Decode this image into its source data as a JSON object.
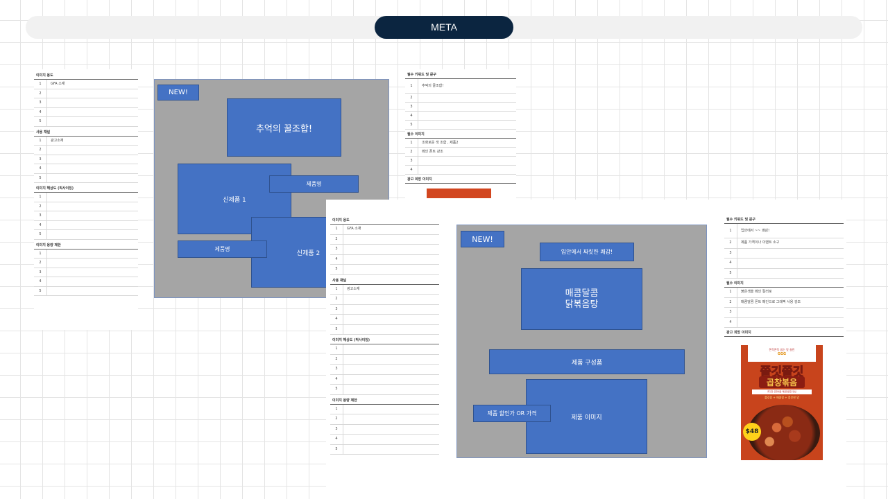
{
  "header": {
    "title": "META"
  },
  "left_spec": {
    "sections": [
      {
        "title": "이미지 용도",
        "rows": [
          {
            "n": "1",
            "t": "GFA 소재"
          },
          {
            "n": "2",
            "t": ""
          },
          {
            "n": "3",
            "t": ""
          },
          {
            "n": "4",
            "t": ""
          },
          {
            "n": "5",
            "t": ""
          }
        ]
      },
      {
        "title": "사용 채널",
        "rows": [
          {
            "n": "1",
            "t": "광고소재"
          },
          {
            "n": "2",
            "t": ""
          },
          {
            "n": "3",
            "t": ""
          },
          {
            "n": "4",
            "t": ""
          },
          {
            "n": "5",
            "t": ""
          }
        ]
      },
      {
        "title": "이미지 해상도 (픽사이징)",
        "rows": [
          {
            "n": "1",
            "t": ""
          },
          {
            "n": "2",
            "t": ""
          },
          {
            "n": "3",
            "t": ""
          },
          {
            "n": "4",
            "t": ""
          },
          {
            "n": "5",
            "t": ""
          }
        ]
      },
      {
        "title": "이미지 용량 제한",
        "rows": [
          {
            "n": "1",
            "t": ""
          },
          {
            "n": "2",
            "t": ""
          },
          {
            "n": "3",
            "t": ""
          },
          {
            "n": "4",
            "t": ""
          },
          {
            "n": "5",
            "t": ""
          }
        ]
      }
    ]
  },
  "canvas1": {
    "new_badge": "NEW!",
    "headline": "추억의 꿀조합!",
    "product_name_a": "제품명",
    "new_product_1": "신제품 1",
    "product_name_b": "제품명",
    "new_product_2": "신제품 2"
  },
  "right_spec_1": {
    "s1_title": "필수 키워드 및 문구",
    "s1_rows": [
      {
        "n": "1",
        "t": "추억의 꿀조합!"
      },
      {
        "n": "2",
        "t": ""
      },
      {
        "n": "3",
        "t": ""
      },
      {
        "n": "4",
        "t": ""
      },
      {
        "n": "5",
        "t": ""
      }
    ],
    "s2_title": "필수 이미지",
    "s2_rows": [
      {
        "n": "1",
        "t": "조화로운 색 조합 , 제품2"
      },
      {
        "n": "2",
        "t": "메인 폰트 강조"
      },
      {
        "n": "3",
        "t": ""
      },
      {
        "n": "4",
        "t": ""
      }
    ],
    "s3_title": "광고 희망 이미지"
  },
  "left_spec_2": {
    "sections": [
      {
        "title": "이미지 용도",
        "rows": [
          {
            "n": "1",
            "t": "GFA 소재"
          },
          {
            "n": "2",
            "t": ""
          },
          {
            "n": "3",
            "t": ""
          },
          {
            "n": "4",
            "t": ""
          },
          {
            "n": "5",
            "t": ""
          }
        ]
      },
      {
        "title": "사용 채널",
        "rows": [
          {
            "n": "1",
            "t": "광고소재"
          },
          {
            "n": "2",
            "t": ""
          },
          {
            "n": "3",
            "t": ""
          },
          {
            "n": "4",
            "t": ""
          },
          {
            "n": "5",
            "t": ""
          }
        ]
      },
      {
        "title": "이미지 해상도 (픽사이징)",
        "rows": [
          {
            "n": "1",
            "t": ""
          },
          {
            "n": "2",
            "t": ""
          },
          {
            "n": "3",
            "t": ""
          },
          {
            "n": "4",
            "t": ""
          },
          {
            "n": "5",
            "t": ""
          }
        ]
      },
      {
        "title": "이미지 용량 제한",
        "rows": [
          {
            "n": "1",
            "t": ""
          },
          {
            "n": "2",
            "t": ""
          },
          {
            "n": "3",
            "t": ""
          },
          {
            "n": "4",
            "t": ""
          },
          {
            "n": "5",
            "t": ""
          }
        ]
      }
    ]
  },
  "canvas2": {
    "new_badge": "NEW!",
    "tagline": "입안에서 짜릿한 쾌감!",
    "headline_1": "매콤달콤",
    "headline_2": "닭볶음탕",
    "composition": "제품 구성품",
    "price": "제품 할인가 OR 가격",
    "product_image": "제품 이미지"
  },
  "right_spec_2": {
    "s1_title": "필수 키워드 및 문구",
    "s1_rows": [
      {
        "n": "1",
        "t": "입안에서 ~~ 쾌감!"
      },
      {
        "n": "2",
        "t": "제품 가격이나 이벤트 소구"
      },
      {
        "n": "3",
        "t": ""
      },
      {
        "n": "4",
        "t": ""
      },
      {
        "n": "5",
        "t": ""
      }
    ],
    "s2_title": "필수 이미지",
    "s2_rows": [
      {
        "n": "1",
        "t": "붉은색을 메인 컬러로"
      },
      {
        "n": "2",
        "t": "매콤달콤 폰트 메인으로 그래픽 사용 강조"
      },
      {
        "n": "3",
        "t": ""
      },
      {
        "n": "4",
        "t": ""
      }
    ],
    "s3_title": "광고 희망 이미지"
  },
  "ad_sample": {
    "brand": "GGG",
    "top_text": "쫀득쫀득 씹는 맛 살린",
    "title_1": "쫄깃쫄깃",
    "title_2": "곱창볶음",
    "sub_banner": "쫄깃한 곱창볶음 매콤달콤한 양념",
    "feature_line": "쫄깃함 + 매콤함 + 풍부한 양",
    "price": "$48"
  },
  "colors": {
    "accent": "#4472c4",
    "canvas": "#a5a5a5",
    "header_pill": "#0b2540",
    "ad_red": "#c8441c"
  }
}
